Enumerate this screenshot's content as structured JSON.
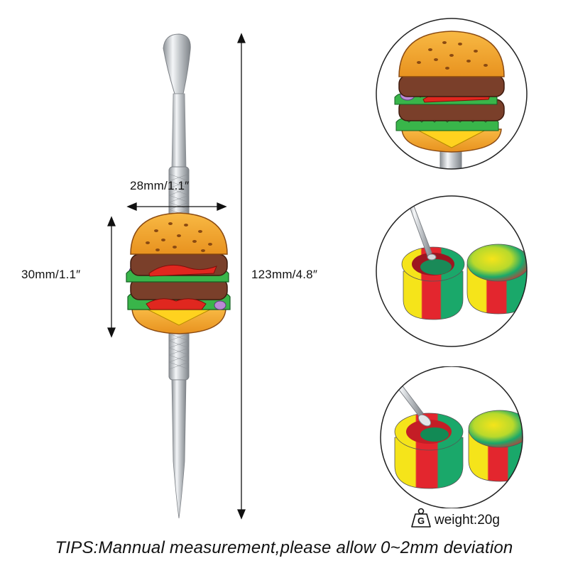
{
  "dimensions": {
    "width_label": "28mm/1.1″",
    "height_label": "30mm/1.1″",
    "length_label": "123mm/4.8″"
  },
  "weight": {
    "icon": "weight-icon",
    "icon_letter": "G",
    "label": "weight:20g"
  },
  "tips": "TIPS:Mannual measurement,please allow 0~2mm deviation",
  "colors": {
    "bun": "#f2a530",
    "patty": "#7a3f2a",
    "lettuce": "#39b54a",
    "tomato": "#e0271f",
    "cheese": "#ffd21f",
    "onion": "#b98ad6",
    "steel": "#c8ccd0",
    "jar_red": "#e3262e",
    "jar_green": "#1aa86a",
    "jar_yellow": "#f5e41a"
  }
}
